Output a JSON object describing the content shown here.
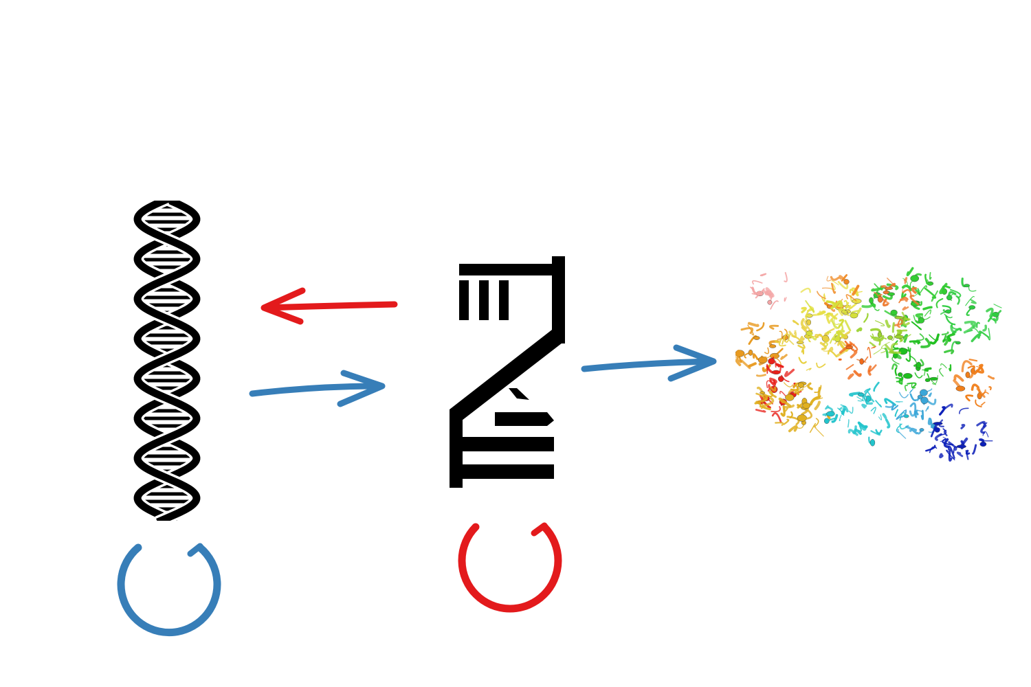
{
  "diagram": {
    "nodes": [
      {
        "id": "dna",
        "icon": "dna-double-helix-icon"
      },
      {
        "id": "rna",
        "icon": "rna-hairpin-icon"
      },
      {
        "id": "protein",
        "icon": "protein-ribbon-structure-icon"
      }
    ],
    "edges": [
      {
        "from": "rna",
        "to": "dna",
        "color": "#e31a1c"
      },
      {
        "from": "dna",
        "to": "rna",
        "color": "#377eb8"
      },
      {
        "from": "rna",
        "to": "protein",
        "color": "#377eb8"
      }
    ],
    "self_loops": [
      {
        "node": "dna",
        "color": "#377eb8"
      },
      {
        "node": "rna",
        "color": "#e31a1c"
      }
    ]
  },
  "colors": {
    "ink": "#000000",
    "blue": "#377eb8",
    "red": "#e31a1c",
    "background": "#ffffff"
  }
}
